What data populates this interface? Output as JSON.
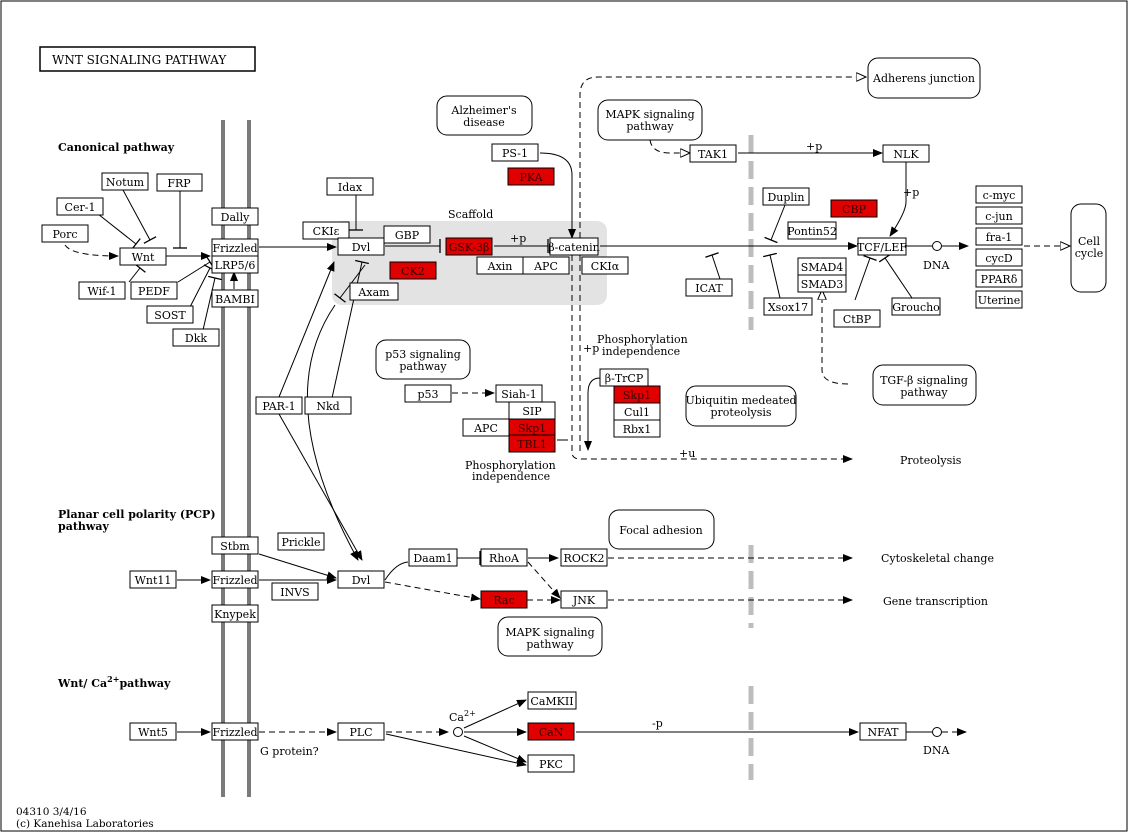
{
  "title": "WNT  SIGNALING  PATHWAY",
  "sections": {
    "canonical": "Canonical pathway",
    "pcp_1": "Planar cell polarity (PCP)",
    "pcp_2": "pathway",
    "ca": "Wnt/ Ca",
    "ca_sup": "2+",
    "ca_rest": "pathway"
  },
  "labels": {
    "scaffold": "Scaffold",
    "dna1": "DNA",
    "dna2": "DNA",
    "proteolysis": "Proteolysis",
    "cytoskeletal": "Cytoskeletal change",
    "gene_transcription": "Gene transcription",
    "g_protein": "G protein?",
    "ca": "Ca",
    "ca_sup": "2+",
    "phos1_a": "Phosphorylation",
    "phos1_b": "independence",
    "phos2_a": "Phosphorylation",
    "phos2_b": "independence",
    "plus_p1": "+p",
    "plus_p2": "+p",
    "plus_p3": "+p",
    "plus_p4": "+p",
    "plus_u": "+u",
    "minus_p": "-p"
  },
  "footer": {
    "code": "04310 3/4/16",
    "copyright": "(c) Kanehisa Laboratories"
  },
  "nodes": {
    "notum": "Notum",
    "frp": "FRP",
    "cer1": "Cer-1",
    "porc": "Porc",
    "wnt": "Wnt",
    "wif1": "Wif-1",
    "pedf": "PEDF",
    "sost": "SOST",
    "dkk": "Dkk",
    "dally": "Dally",
    "frizzled1": "Frizzled",
    "lrp": "LRP5/6",
    "bambi": "BAMBI",
    "idax": "Idax",
    "ckie": "CKIε",
    "dvl1": "Dvl",
    "gbp": "GBP",
    "gsk3b": "GSK-3β",
    "ck2": "CK2",
    "axam": "Axam",
    "ps1": "PS-1",
    "pka": "PKA",
    "bcatenin": "β-catenin",
    "axin": "Axin",
    "apc1": "APC",
    "ckia": "CKIα",
    "tak1": "TAK1",
    "nlk": "NLK",
    "duplin": "Duplin",
    "cbp": "CBP",
    "pontin52": "Pontin52",
    "tcflef": "TCF/LEF",
    "smad4": "SMAD4",
    "smad3": "SMAD3",
    "icat": "ICAT",
    "xsox17": "Xsox17",
    "ctbp": "CtBP",
    "groucho": "Groucho",
    "cmyc": "c-myc",
    "cjun": "c-jun",
    "fra1": "fra-1",
    "cycd": "cycD",
    "ppard": "PPARδ",
    "uterine": "Uterine",
    "par1": "PAR-1",
    "nkd": "Nkd",
    "p53": "p53",
    "siah1": "Siah-1",
    "sip": "SIP",
    "apc2": "APC",
    "skp1a": "Skp1",
    "tbl1": "TBL1",
    "btrcp": "β-TrCP",
    "skp1b": "Skp1",
    "cul1": "Cul1",
    "rbx1": "Rbx1",
    "stbm": "Stbm",
    "prickle": "Prickle",
    "wnt11": "Wnt11",
    "frizzled2": "Frizzled",
    "invs": "INVS",
    "knypek": "Knypek",
    "dvl2": "Dvl",
    "daam1": "Daam1",
    "rhoa": "RhoA",
    "rock2": "ROCK2",
    "rac": "Rac",
    "jnk": "JNK",
    "wnt5": "Wnt5",
    "frizzled3": "Frizzled",
    "plc": "PLC",
    "camkii": "CaMKII",
    "can": "CaN",
    "pkc": "PKC",
    "nfat": "NFAT"
  },
  "maps": {
    "adherens": "Adherens junction",
    "alzheimer_1": "Alzheimer's",
    "alzheimer_2": "disease",
    "mapk1_1": "MAPK signaling",
    "mapk1_2": "pathway",
    "cellcycle_1": "Cell",
    "cellcycle_2": "cycle",
    "p53path_1": "p53 signaling",
    "p53path_2": "pathway",
    "ubiquitin_1": "Ubiquitin medeated",
    "ubiquitin_2": "proteolysis",
    "tgfb_1": "TGF-β signaling",
    "tgfb_2": "pathway",
    "focal": "Focal adhesion",
    "mapk2_1": "MAPK signaling",
    "mapk2_2": "pathway"
  },
  "colors": {
    "highlight": "#e00000",
    "membrane": "#7a7a7a",
    "nuclear_membrane": "#bdbdbd",
    "scaffold_bg": "#e3e3e3"
  }
}
